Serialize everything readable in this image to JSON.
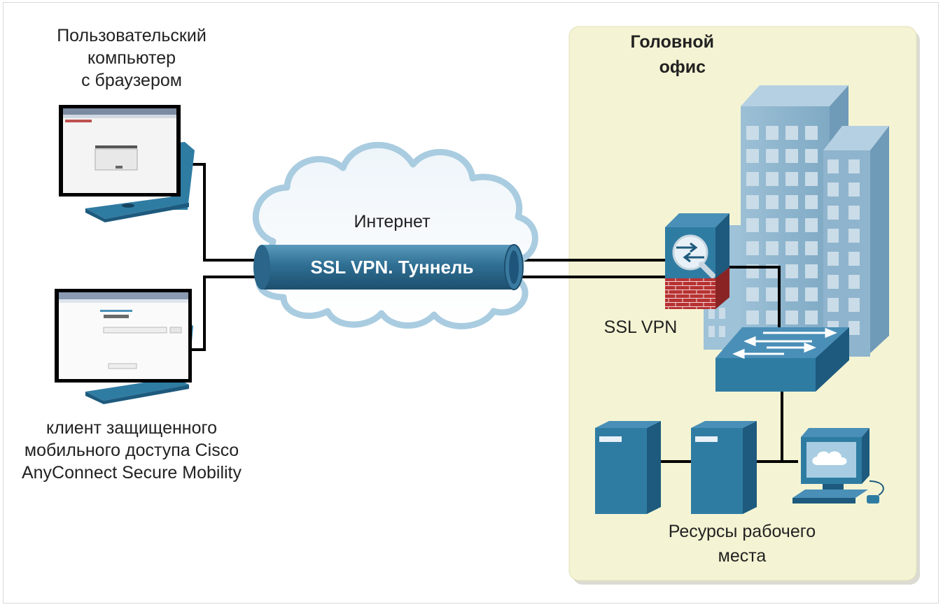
{
  "labels": {
    "browser_pc_line1": "Пользовательский",
    "browser_pc_line2": "компьютер",
    "browser_pc_line3": "с браузером",
    "client_line1": "клиент защищенного",
    "client_line2": "мобильного доступа Cisco",
    "client_line3": "AnyConnect Secure Mobility",
    "internet": "Интернет",
    "tunnel": "SSL VPN. Туннель",
    "hq_line1": "Головной",
    "hq_line2": "офис",
    "ssl_vpn": "SSL VPN",
    "resources_line1": "Ресурсы рабочего",
    "resources_line2": "места"
  },
  "colors": {
    "hq_panel": "#f4f4d4",
    "device_blue": "#2f7ca3",
    "device_dark": "#1d5a7d",
    "building": "#8fb4cd",
    "firewall_red": "#b33030",
    "link": "#000000"
  },
  "icons": [
    "laptop-icon",
    "cloud-icon",
    "tunnel-pipe-icon",
    "firewall-vpn-icon",
    "building-icon",
    "switch-icon",
    "server-icon",
    "workstation-icon"
  ]
}
